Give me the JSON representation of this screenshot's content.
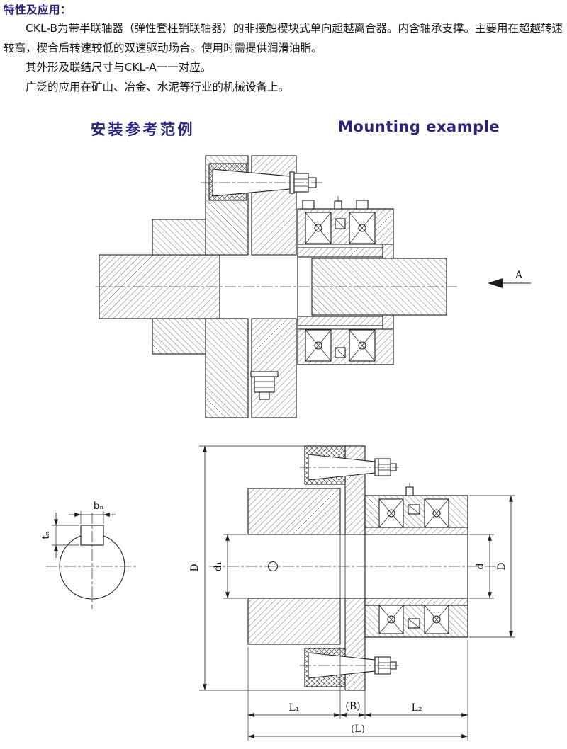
{
  "palette": {
    "accent_navy": "#29247a",
    "text": "#141414",
    "line": "#1c1c1c",
    "background": "#ffffff"
  },
  "intro": {
    "heading": "特性及应用：",
    "paragraphs": [
      "CKL-B为带半联轴器（弹性套柱销联轴器）的非接触楔块式单向超越离合器。内含轴承支撑。主要用在超越转速较高，楔合后转速较低的双速驱动场合。使用时需提供润滑油脂。",
      "其外形及联结尺寸与CKL-A一一对应。",
      "广泛的应用在矿山、冶金、水泥等行业的机械设备上。"
    ]
  },
  "section": {
    "title_zh": "安装参考范例",
    "title_en": "Mounting example"
  },
  "figure_mounting": {
    "view_label": "A"
  },
  "figure_dimensions": {
    "keyway_width": "bₙ",
    "keyway_depth": "tₙ",
    "outer_diameter_left": "D",
    "bore_left": "d₁",
    "bore_right": "d",
    "outer_diameter_right": "D",
    "hub_length": "L₁",
    "gap": "(B)",
    "housing_length": "L₂",
    "total_length": "(L)"
  }
}
